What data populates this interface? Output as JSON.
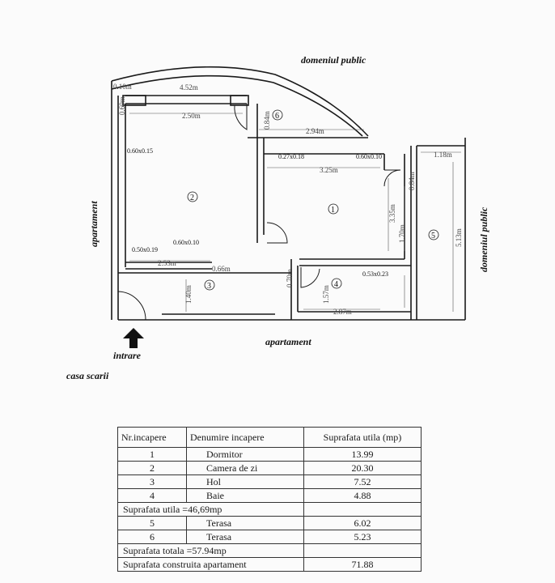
{
  "plan": {
    "labels": {
      "public_top": "domeniul public",
      "public_right": "domeniul public",
      "apt_left": "apartament",
      "apt_bottom": "apartament",
      "entrance": "intrare",
      "stair": "casa scarii"
    },
    "rooms": [
      "1",
      "2",
      "3",
      "4",
      "5",
      "6"
    ],
    "dimensions": {
      "d1": "4.52m",
      "d2": "2.50m",
      "d3": "2.94m",
      "d4": "3.25m",
      "d5": "2.53m",
      "d6": "2.87m",
      "d7": "1.18m",
      "d8": "5.13m",
      "d9": "3.35m",
      "d10": "1.70m",
      "d11": "1.40m",
      "d12": "1.57m",
      "d13": "0.70m",
      "d14": "0.84m",
      "d15": "0.10m",
      "d16": "0.60m",
      "d17": "0.66m",
      "d18": "0.84m"
    },
    "annotations": {
      "a1": "0.60x0.15",
      "a2": "0.27x0.18",
      "a3": "0.60x0.10",
      "a4": "0.50x0.19",
      "a5": "0.60x0.10",
      "a6": "0.53x0.23"
    }
  },
  "table": {
    "headers": [
      "Nr.incapere",
      "Denumire incapere",
      "Suprafata utila (mp)"
    ],
    "rows": [
      {
        "nr": "1",
        "name": "Dormitor",
        "area": "13.99"
      },
      {
        "nr": "2",
        "name": "Camera de zi",
        "area": "20.30"
      },
      {
        "nr": "3",
        "name": "Hol",
        "area": "7.52"
      },
      {
        "nr": "4",
        "name": "Baie",
        "area": "4.88"
      }
    ],
    "subtotal_util": "Suprafata utila =46,69mp",
    "terraces": [
      {
        "nr": "5",
        "name": "Terasa",
        "area": "6.02"
      },
      {
        "nr": "6",
        "name": "Terasa",
        "area": "5.23"
      }
    ],
    "total": "Suprafata  totala =57.94mp",
    "constructed_label": "Suprafata construita apartament",
    "constructed_value": "71.88"
  },
  "colors": {
    "wall": "#1a1a1a",
    "dim": "#555555"
  }
}
